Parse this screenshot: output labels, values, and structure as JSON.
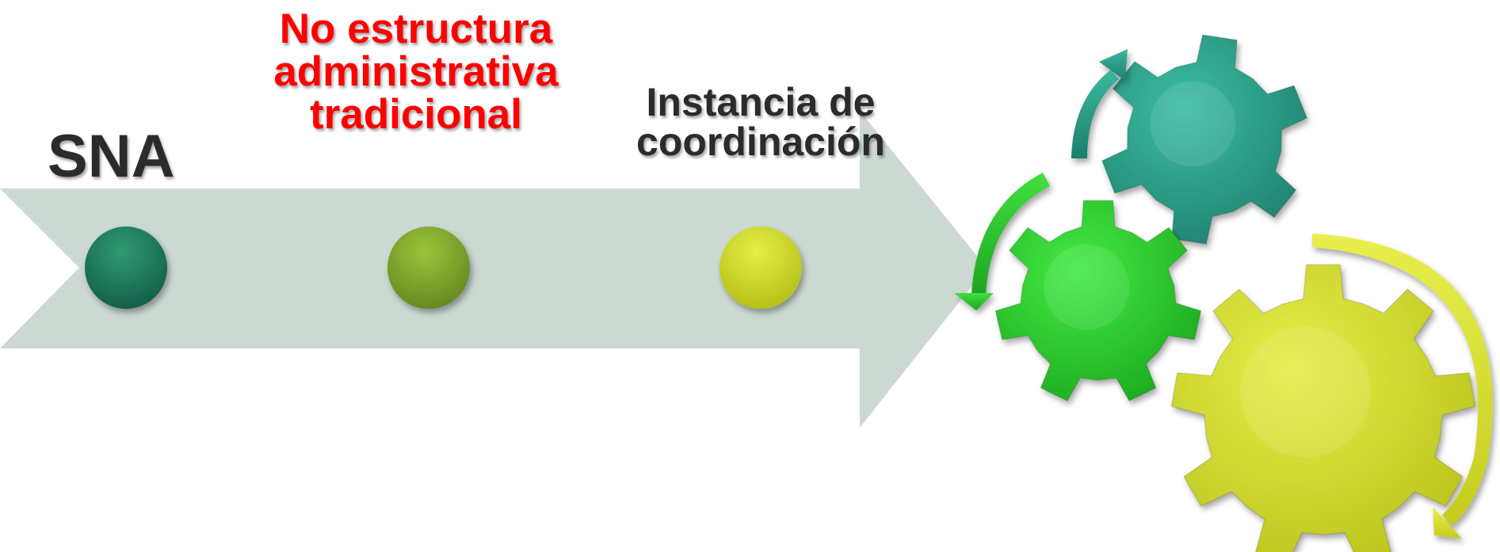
{
  "labels": {
    "sna": "SNA",
    "no_estructura": [
      "No estructura",
      "administrativa",
      "tradicional"
    ],
    "instancia": [
      "Instancia de",
      "coordinación"
    ]
  },
  "colors": {
    "sna_text": "#2b2b2b",
    "no_estructura_text": "#ff0000",
    "instancia_text": "#2b2b2b",
    "arrow_fill": "#ccd9d2",
    "dot_1": "#1e7a58",
    "dot_2": "#86ad2c",
    "dot_3": "#d5df25",
    "gear_teal": "#2a9e88",
    "gear_green": "#28d42a",
    "gear_yellow": "#d6e02a"
  },
  "icons": [
    "arrow-shape",
    "timeline-dot",
    "gear-icon",
    "cycle-arrow-icon"
  ]
}
